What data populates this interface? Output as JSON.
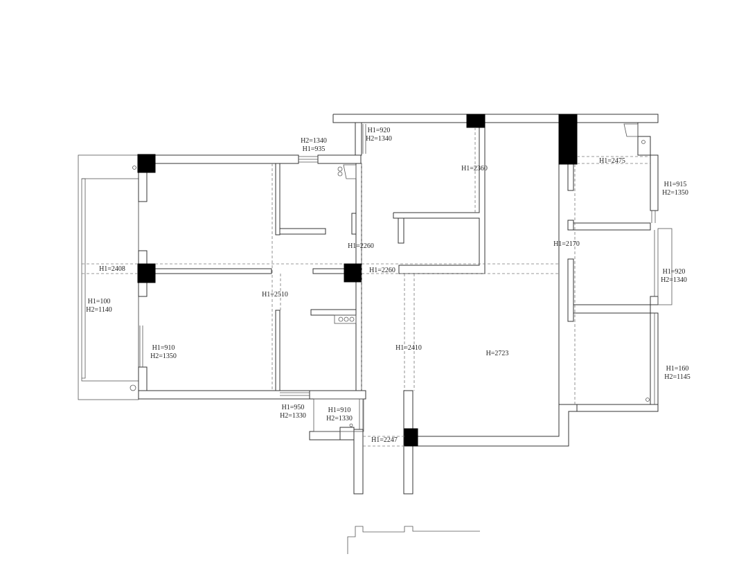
{
  "labels": [
    {
      "id": "win-top-balcony-left",
      "lines": [
        "H2=1340",
        "H1=935"
      ]
    },
    {
      "id": "win-top-mid",
      "lines": [
        "H1=920",
        "H2=1340"
      ]
    },
    {
      "id": "beam-2360",
      "lines": [
        "H1=2360"
      ]
    },
    {
      "id": "beam-2475",
      "lines": [
        "H1=2475"
      ]
    },
    {
      "id": "win-right-top",
      "lines": [
        "H1=915",
        "H2=1350"
      ]
    },
    {
      "id": "beam-2260-upper",
      "lines": [
        "H1=2260"
      ]
    },
    {
      "id": "beam-2170",
      "lines": [
        "H1=2170"
      ]
    },
    {
      "id": "beam-2408",
      "lines": [
        "H1=2408"
      ]
    },
    {
      "id": "beam-2260-lower",
      "lines": [
        "H1=2260"
      ]
    },
    {
      "id": "win-right-mid",
      "lines": [
        "H1=920",
        "H2=1340"
      ]
    },
    {
      "id": "beam-2510",
      "lines": [
        "H1=2510"
      ]
    },
    {
      "id": "balcony-left",
      "lines": [
        "H1=100",
        "H2=1140"
      ]
    },
    {
      "id": "beam-2410",
      "lines": [
        "H1=2410"
      ]
    },
    {
      "id": "ceiling-2723",
      "lines": [
        "H=2723"
      ]
    },
    {
      "id": "win-left-bottom",
      "lines": [
        "H1=910",
        "H2=1350"
      ]
    },
    {
      "id": "win-right-bottom",
      "lines": [
        "H1=160",
        "H2=1145"
      ]
    },
    {
      "id": "win-bottom-left",
      "lines": [
        "H1=950",
        "H2=1330"
      ]
    },
    {
      "id": "win-bottom-mid",
      "lines": [
        "H1=910",
        "H2=1330"
      ]
    },
    {
      "id": "beam-2247",
      "lines": [
        "H1=2247"
      ]
    }
  ]
}
